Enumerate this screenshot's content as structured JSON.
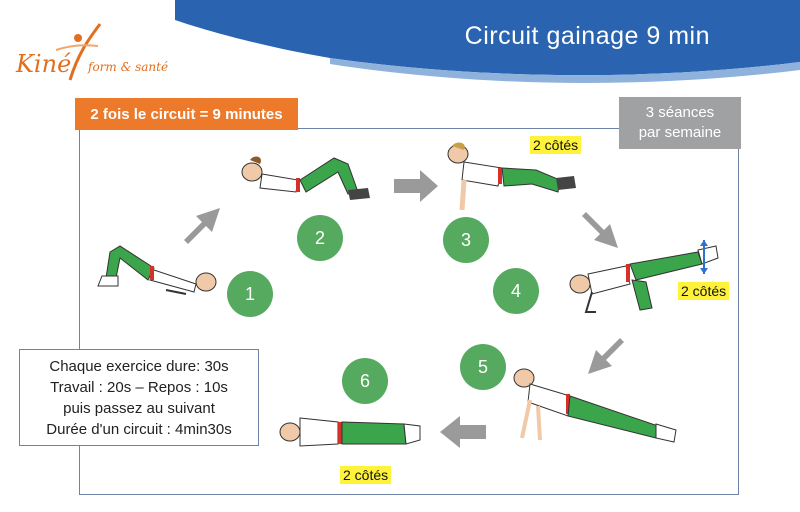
{
  "header": {
    "title": "Circuit gainage 9 min",
    "logo_text": "Kiné",
    "logo_sub": "form & santé"
  },
  "badges": {
    "circuit": "2 fois le circuit = 9 minutes",
    "sessions_line1": "3 séances",
    "sessions_line2": "par semaine"
  },
  "info": {
    "line1": "Chaque exercice dure: 30s",
    "line2": "Travail : 20s – Repos : 10s",
    "line3": "puis passez au suivant",
    "line4": "Durée d'un circuit : 4min30s"
  },
  "exercises": [
    {
      "number": "1"
    },
    {
      "number": "2"
    },
    {
      "number": "3",
      "note": "2 côtés"
    },
    {
      "number": "4",
      "note": "2 côtés"
    },
    {
      "number": "5"
    },
    {
      "number": "6",
      "note": "2 côtés"
    }
  ],
  "colors": {
    "header_blue": "#2a63b0",
    "orange": "#ec7a2a",
    "grey": "#9fa1a3",
    "step_green": "#55aa60",
    "highlight_yellow": "#fff23a",
    "pants_green": "#3aa54a"
  }
}
